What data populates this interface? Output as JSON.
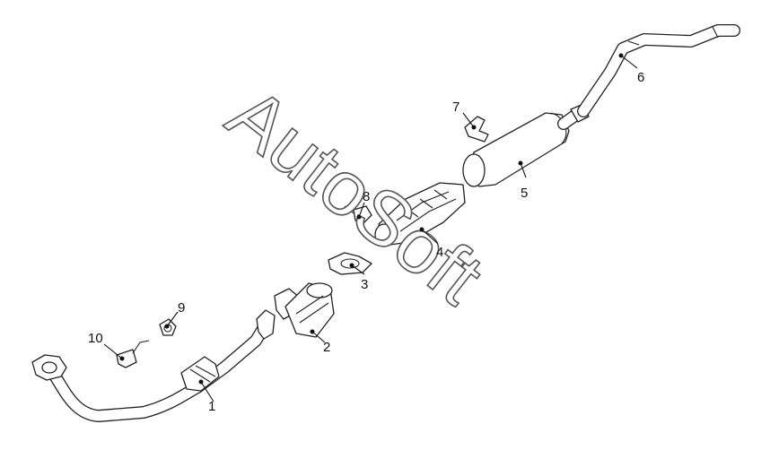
{
  "diagram": {
    "watermark": "AutoSoft",
    "callouts": [
      {
        "id": "1",
        "label": "1"
      },
      {
        "id": "2",
        "label": "2"
      },
      {
        "id": "3",
        "label": "3"
      },
      {
        "id": "4",
        "label": "4"
      },
      {
        "id": "5",
        "label": "5"
      },
      {
        "id": "6",
        "label": "6"
      },
      {
        "id": "7",
        "label": "7"
      },
      {
        "id": "8",
        "label": "8"
      },
      {
        "id": "9",
        "label": "9"
      },
      {
        "id": "10",
        "label": "10"
      }
    ]
  }
}
